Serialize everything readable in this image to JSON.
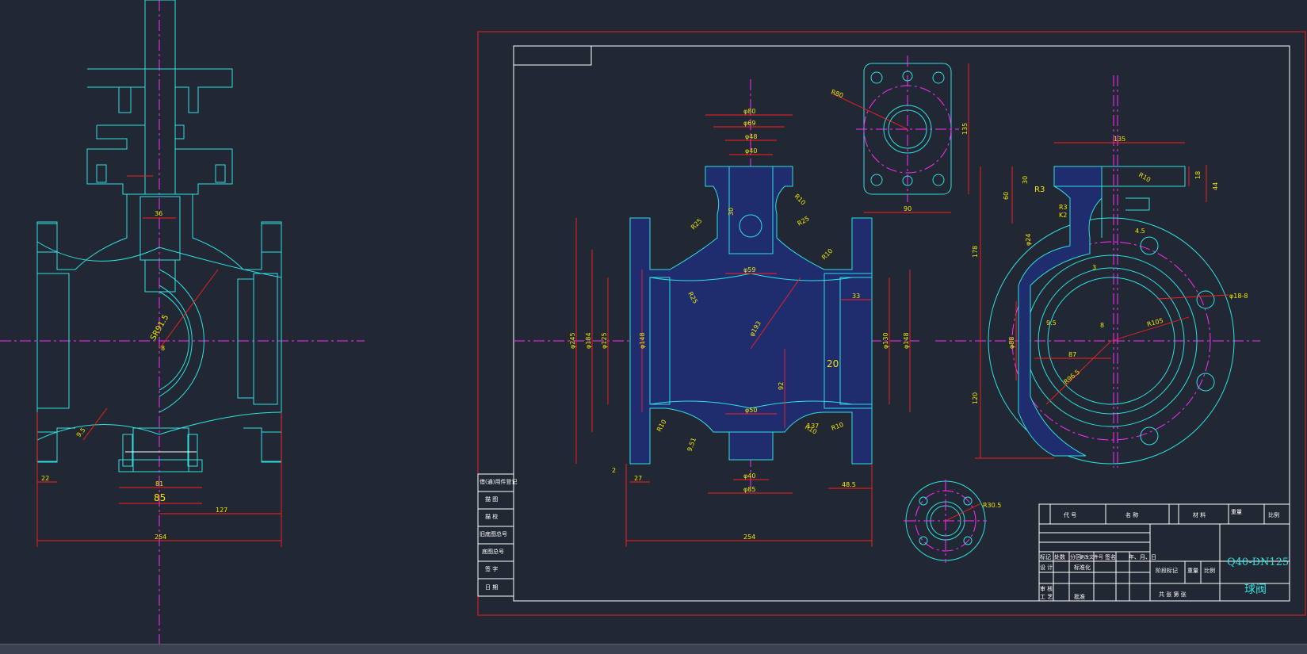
{
  "drawing": {
    "title_code": "Q40-DN125",
    "title_name": "球阀",
    "side_view_dims": {
      "d36": "36",
      "sr": "SR91.5",
      "d8": "8",
      "d95": "9.5",
      "d22": "22",
      "d81": "81",
      "d85": "85",
      "d127": "127",
      "d254": "254"
    },
    "front_view_dims": {
      "phi80": "φ80",
      "phi69": "φ69",
      "phi48": "φ48",
      "phi40": "φ40",
      "d30": "30",
      "phi59": "φ59",
      "r10a": "R10",
      "r25": "R25",
      "r25b": "R25",
      "r10b": "R10",
      "phi245": "φ245",
      "phi184": "φ184",
      "phi125": "φ125",
      "phi148": "φ148",
      "phi193": "φ193",
      "phi130": "φ130",
      "phi148b": "φ148",
      "d33": "33",
      "d20": "20",
      "d92": "92",
      "phi50": "φ50",
      "r10c": "R10",
      "d137": "137",
      "r10d": "R10",
      "phi40b": "φ40",
      "phi85": "φ85",
      "d2": "2",
      "d27": "27",
      "d485": "48.5",
      "d254b": "254",
      "r10e": "R10",
      "d951": "9.51"
    },
    "top_view_dims": {
      "r80": "R80",
      "d135": "135",
      "d90": "90"
    },
    "right_view_dims": {
      "d135": "135",
      "r10": "R10",
      "d18": "18",
      "d44": "44",
      "d30": "30",
      "r3": "R3",
      "d60": "60",
      "r3b": "R3",
      "k2": "K2",
      "d24": "φ24",
      "d45": "4.5",
      "phi18": "φ18-8",
      "d3": "3",
      "d178": "178",
      "d95": "9.5",
      "d8": "8",
      "r105": "R105",
      "phi88": "φ88",
      "d87": "87",
      "r965": "R96.5",
      "d120": "120"
    },
    "flange_dims": {
      "r305": "R30.5"
    },
    "side_table_rows": [
      "借(通)用件登记",
      "描 图",
      "描 校",
      "旧底图总号",
      "底图总号",
      "签 字",
      "日 期"
    ],
    "title_block": {
      "header": [
        "代 号",
        "名 称",
        "材 料",
        "重量",
        "比例"
      ],
      "marks": [
        "标记",
        "处数",
        "分区",
        "更改文件号",
        "签名",
        "年、月、日"
      ],
      "roles": [
        "设 计",
        "审 核",
        "工 艺"
      ],
      "std": "标准化",
      "approve": "批准",
      "stage": "阶段标记",
      "sheet": "共 张 第 张",
      "weight_label": "重量",
      "scale_label": "比例"
    }
  },
  "colors": {
    "background": "#222833",
    "geometry": "#2ee0e0",
    "dimension": "#ff1e1e",
    "text": "#f2e600",
    "centerline": "#ff2bff",
    "frame": "#ffffff"
  }
}
